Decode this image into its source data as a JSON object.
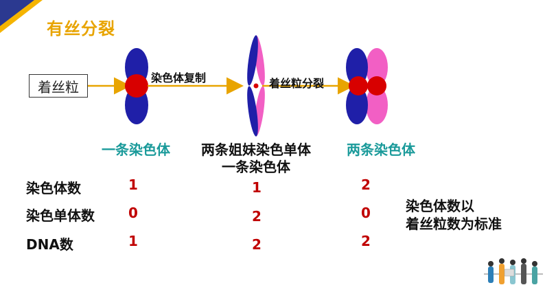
{
  "title": "有丝分裂",
  "centromere_label": "着丝粒",
  "arrows": {
    "replicate": "染色体复制",
    "split": "着丝粒分裂"
  },
  "captions": {
    "c1": "一条染色体",
    "c2_line1": "两条姐妹染色单体",
    "c2_line2": "一条染色体",
    "c3": "两条染色体"
  },
  "rows": [
    {
      "label": "染色体数",
      "values": [
        "1",
        "1",
        "2"
      ]
    },
    {
      "label": "染色单体数",
      "values": [
        "0",
        "2",
        "0"
      ]
    },
    {
      "label": "DNA数",
      "values": [
        "1",
        "2",
        "2"
      ]
    }
  ],
  "note_line1": "染色体数以",
  "note_line2": "着丝粒数为标准",
  "colors": {
    "accent": "#e8a400",
    "chromatid_blue": "#1f1fa8",
    "chromatid_pink": "#f25fc4",
    "centromere_red": "#d80000",
    "caption_teal": "#1a9a9a",
    "value_red": "#c00000"
  }
}
